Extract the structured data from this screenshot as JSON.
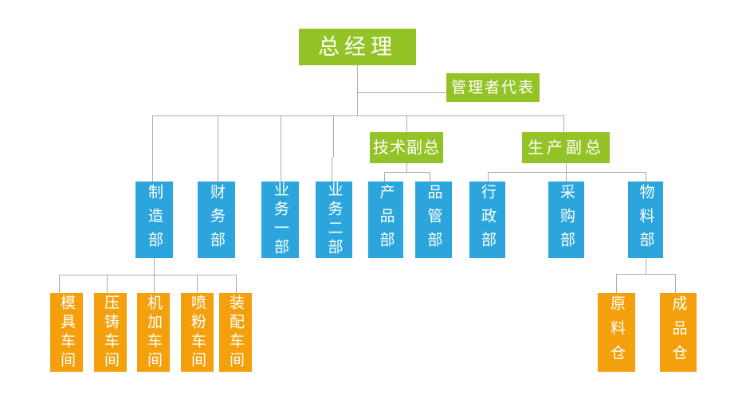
{
  "colors": {
    "level_green": "#94C328",
    "department_blue": "#2BA5DB",
    "workshop_orange": "#F4A00C",
    "connector_gray": "#ADADAD",
    "node_text": "#FFFFFF",
    "background": "#FFFFFF"
  },
  "nodes": {
    "gm": {
      "label": "总经理"
    },
    "mgr": {
      "label": "管理者代表"
    },
    "tech": {
      "label": "技术副总"
    },
    "prod": {
      "label": "生产副总"
    },
    "departments": [
      {
        "label": "制造部"
      },
      {
        "label": "财务部"
      },
      {
        "label": "业务一部"
      },
      {
        "label": "业务二部"
      },
      {
        "label": "产品部"
      },
      {
        "label": "品管部"
      },
      {
        "label": "行政部"
      },
      {
        "label": "采购部"
      },
      {
        "label": "物料部"
      }
    ],
    "workshops": [
      {
        "label": "模具车间"
      },
      {
        "label": "压铸车间"
      },
      {
        "label": "机加车间"
      },
      {
        "label": "喷粉车间"
      },
      {
        "label": "装配车间"
      }
    ],
    "warehouses": [
      {
        "label": "原料仓"
      },
      {
        "label": "成品仓"
      }
    ]
  },
  "hierarchy": {
    "总经理": [
      "管理者代表",
      "制造部",
      "财务部",
      "业务一部",
      "业务二部",
      "技术副总",
      "生产副总"
    ],
    "技术副总": [
      "产品部",
      "品管部"
    ],
    "生产副总": [
      "行政部",
      "采购部",
      "物料部"
    ],
    "制造部": [
      "模具车间",
      "压铸车间",
      "机加车间",
      "喷粉车间",
      "装配车间"
    ],
    "物料部": [
      "原料仓",
      "成品仓"
    ]
  }
}
